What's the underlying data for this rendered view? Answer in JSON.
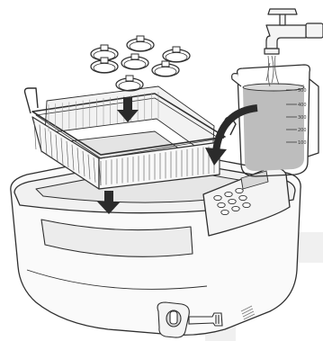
{
  "diagram": {
    "beaker": {
      "tick_labels": [
        "500",
        "400",
        "300",
        "200",
        "100"
      ]
    }
  },
  "colors": {
    "outline": "#2f2f2f",
    "body_fill": "#fafafa",
    "shade": "#e3e3e3",
    "water": "#bdbdbd",
    "arrow": "#2b2b2b",
    "watermark": "#ececec"
  },
  "icons": [
    "faucet-icon",
    "down-arrow-icon",
    "curved-arrow-icon"
  ]
}
